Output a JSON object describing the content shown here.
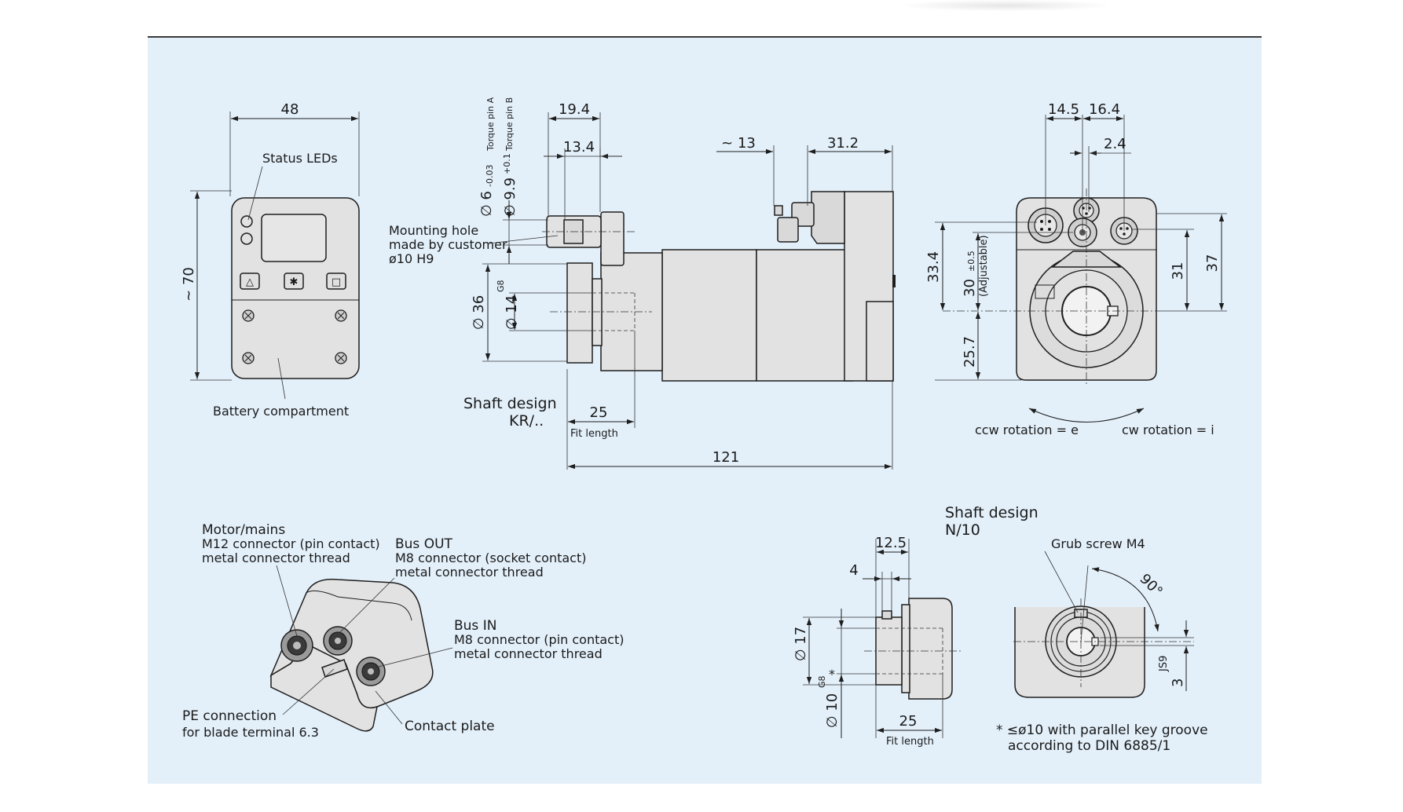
{
  "front_view": {
    "width_dim": "48",
    "height_dim": "~ 70",
    "status_leds_label": "Status LEDs",
    "battery_label": "Battery compartment",
    "buttons": [
      "△",
      "✱",
      "□"
    ]
  },
  "side_view": {
    "dims": {
      "d194": "19.4",
      "d134": "13.4",
      "d13": "~ 13",
      "d312": "31.2",
      "d25": "25",
      "d121": "121",
      "phi6": "∅ 6",
      "phi6_tol": "-0.03",
      "phi99": "∅ 9.9",
      "phi99_tol": "+0.1",
      "phi36": "∅ 36",
      "phi14": "∅ 14",
      "g8": "G8"
    },
    "torque_pin_a": "Torque pin A",
    "torque_pin_b": "Torque pin B",
    "mounting_hole": [
      "Mounting hole",
      "made by customer",
      "ø10 H9"
    ],
    "shaft_design": [
      "Shaft design",
      "KR/.."
    ],
    "fit_length": "Fit length"
  },
  "rear_view": {
    "dims": {
      "d145": "14.5",
      "d164": "16.4",
      "d24": "2.4",
      "d334": "33.4",
      "d30": "30",
      "d30_tol": "±0.5",
      "adjustable": "(Adjustable)",
      "d257": "25.7",
      "d31": "31",
      "d37": "37"
    },
    "ccw": "ccw rotation = e",
    "cw": "cw rotation = i"
  },
  "connector_view": {
    "motor_mains": "Motor/mains",
    "motor_mains_desc": [
      "M12 connector (pin contact)",
      "metal connector thread"
    ],
    "bus_out": "Bus OUT",
    "bus_out_desc": [
      "M8 connector (socket contact)",
      "metal connector thread"
    ],
    "bus_in": "Bus IN",
    "bus_in_desc": [
      "M8 connector (pin contact)",
      "metal connector thread"
    ],
    "pe": "PE connection",
    "pe_desc": "for blade terminal 6.3",
    "contact_plate": "Contact plate"
  },
  "shaft_n10": {
    "title": [
      "Shaft design",
      "N/10"
    ],
    "dims": {
      "d125": "12.5",
      "d4": "4",
      "phi17": "∅ 17",
      "phi10": "∅ 10",
      "g8": "G8",
      "star": "*",
      "d25": "25",
      "js9": "JS9",
      "d3": "3"
    },
    "fit_length": "Fit length",
    "grub_screw": "Grub screw M4",
    "angle": "90°",
    "footnote": [
      "*  ≤ø10 with parallel key groove",
      "according to DIN 6885/1"
    ]
  }
}
